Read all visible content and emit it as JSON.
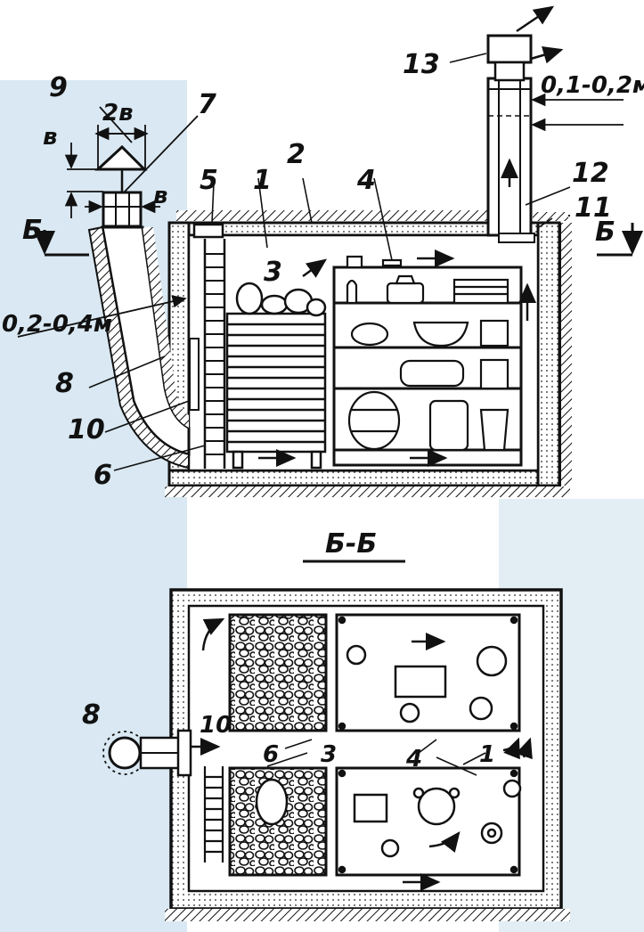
{
  "labels": {
    "n1": "1",
    "n2": "2",
    "n3": "3",
    "n4": "4",
    "n5": "5",
    "n6": "6",
    "n7": "7",
    "n8": "8",
    "n9": "9",
    "n10": "10",
    "n11": "11",
    "n12": "12",
    "n13": "13",
    "dim_2b": "2в",
    "dim_b_vert": "в",
    "dim_b_horiz": "в",
    "dim_chimney": "0,1-0,2м",
    "dim_wall": "0,2-0,4м",
    "cut_left": "Б",
    "cut_right": "Б"
  },
  "plan": {
    "title": "Б-Б",
    "n1": "1",
    "n3": "3",
    "n4": "4",
    "n6": "6",
    "n8": "8",
    "n10": "10"
  },
  "colors": {
    "ink": "#111111",
    "paper": "#ffffff",
    "tint": "#d9e8f2"
  }
}
